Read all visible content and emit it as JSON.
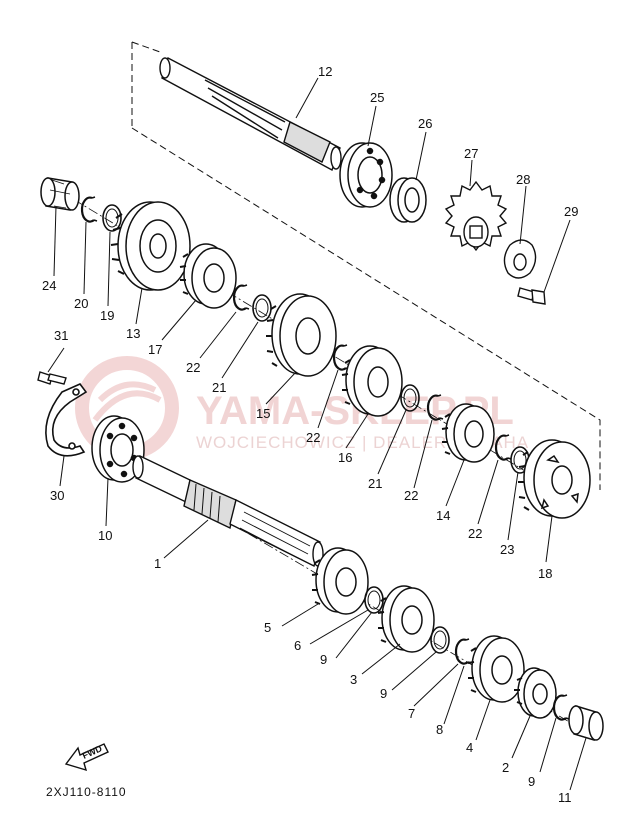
{
  "watermark": {
    "brand": "YAMA-SKLEP.PL",
    "subtitle": "WOJCIECHOWICZ | DEALER YAMAHA"
  },
  "diagram_code": "2XJ110-8110",
  "fwd_label": "FWD",
  "parts": {
    "p1": "1",
    "p2": "2",
    "p3": "3",
    "p4": "4",
    "p5": "5",
    "p6": "6",
    "p7": "7",
    "p8": "8",
    "p9a": "9",
    "p9b": "9",
    "p9c": "9",
    "p10": "10",
    "p11": "11",
    "p12": "12",
    "p13": "13",
    "p14": "14",
    "p15": "15",
    "p16": "16",
    "p17": "17",
    "p18": "18",
    "p19": "19",
    "p20": "20",
    "p21a": "21",
    "p21b": "21",
    "p22a": "22",
    "p22b": "22",
    "p22c": "22",
    "p22d": "22",
    "p23": "23",
    "p24": "24",
    "p25": "25",
    "p26": "26",
    "p27": "27",
    "p28": "28",
    "p29": "29",
    "p30": "30",
    "p31": "31"
  }
}
